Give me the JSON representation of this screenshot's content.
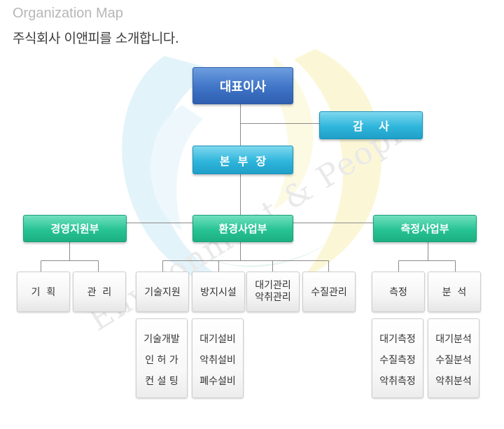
{
  "header": {
    "title_en": "Organization Map",
    "subtitle_ko": "주식회사 이앤피를 소개합니다."
  },
  "watermark": {
    "text": "Environment & People"
  },
  "org": {
    "ceo": "대표이사",
    "auditor": "감    사",
    "director": "본  부  장",
    "divisions": {
      "management": {
        "label": "경영지원부",
        "teams": [
          "기  획",
          "관  리"
        ]
      },
      "environment": {
        "label": "환경사업부",
        "teams": [
          {
            "label": "기술지원",
            "sub": [
              "기술개발",
              "인 허 가",
              "컨 설 팅"
            ]
          },
          {
            "label": "방지시설",
            "sub": [
              "대기설비",
              "악취설비",
              "폐수설비"
            ]
          },
          {
            "label": [
              "대기관리",
              "악취관리"
            ]
          },
          {
            "label": "수질관리"
          }
        ]
      },
      "measurement": {
        "label": "측정사업부",
        "teams": [
          {
            "label": "측정",
            "sub": [
              "대기측정",
              "수질측정",
              "악취측정"
            ]
          },
          {
            "label": "분  석",
            "sub": [
              "대기분석",
              "수질분석",
              "악취분석"
            ]
          }
        ]
      }
    }
  },
  "colors": {
    "ceo": "#3f74c6",
    "cyan": "#2fb6dc",
    "green": "#27c394",
    "connector": "#8a8a8a"
  }
}
